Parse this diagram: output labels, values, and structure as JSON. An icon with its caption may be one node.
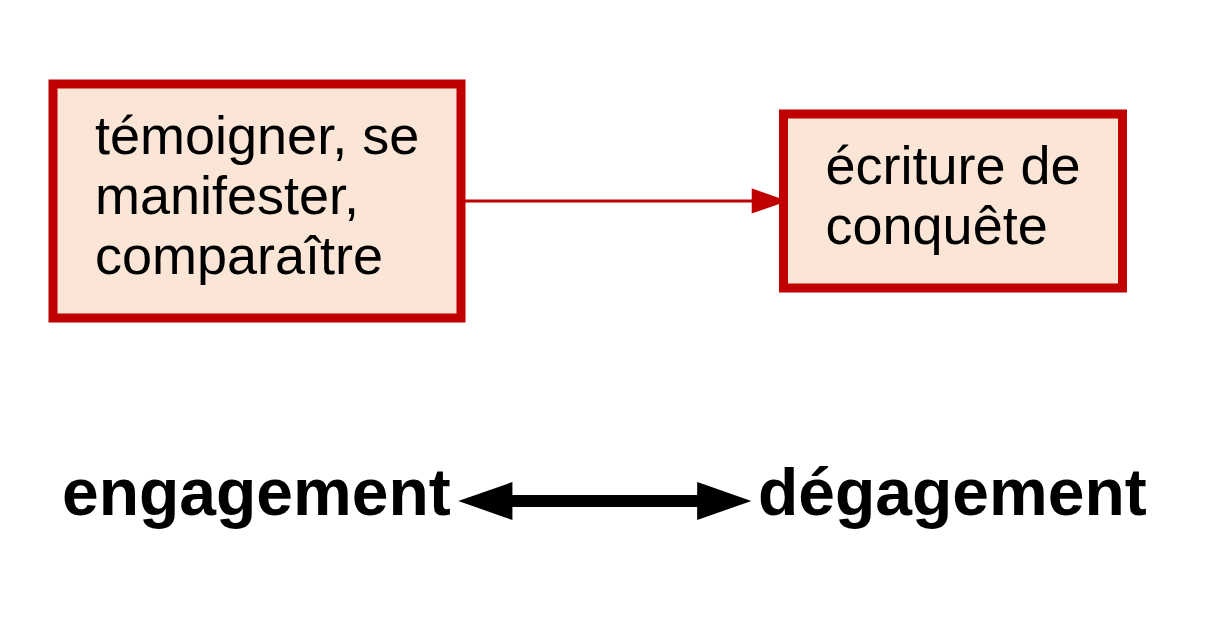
{
  "diagram": {
    "nodes": [
      {
        "text": [
          "engagement"
        ]
      },
      {
        "text": [
          "témoigner, se manifester, comparaître"
        ]
      },
      {
        "text": [
          "écriture de conquête"
        ]
      },
      {
        "text": [
          "dégagement"
        ]
      }
    ],
    "edges": [
      {
        "from": 3,
        "to": 0,
        "arrow": "both",
        "style": "thick"
      },
      {
        "from": 1,
        "to": 2,
        "arrow": "to",
        "color": "#c00000"
      }
    ]
  }
}
